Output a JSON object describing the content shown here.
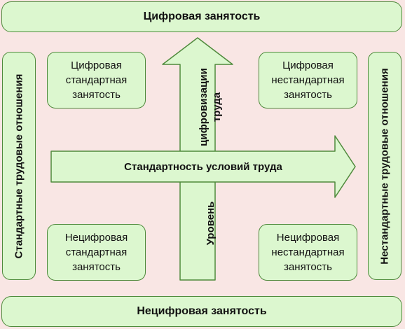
{
  "top_bar": "Цифровая занятость",
  "bottom_bar": "Нецифровая занятость",
  "left_side": "Стандартные трудовые отношения",
  "right_side": "Нестандартные трудовые отношения",
  "quadrants": {
    "top_left": "Цифровая\nстандартная\nзанятость",
    "top_right": "Цифровая\nнестандартная\nзанятость",
    "bottom_left": "Нецифровая\nстандартная\nзанятость",
    "bottom_right": "Нецифровая\nнестандартная\nзанятость"
  },
  "arrows": {
    "horizontal": "Стандартность условий труда",
    "vertical_top": "цифровизации\nтруда",
    "vertical_bottom": "Уровень"
  },
  "colors": {
    "fill": "#dcf7cf",
    "stroke": "#4f8a3c",
    "background": "#f9e6e4"
  }
}
